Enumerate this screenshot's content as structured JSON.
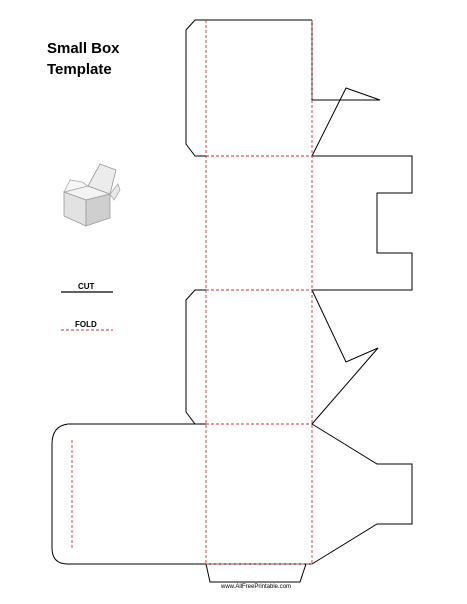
{
  "title": {
    "line1": "Small Box",
    "line2": "Template"
  },
  "legend": {
    "cut_label": "CUT",
    "fold_label": "FOLD"
  },
  "footer": {
    "credit": "www.AllFreePrintable.com"
  },
  "colors": {
    "cut_line": "#000000",
    "fold_line": "#cc3333"
  },
  "icons": {
    "box_preview": "open-box-icon"
  }
}
